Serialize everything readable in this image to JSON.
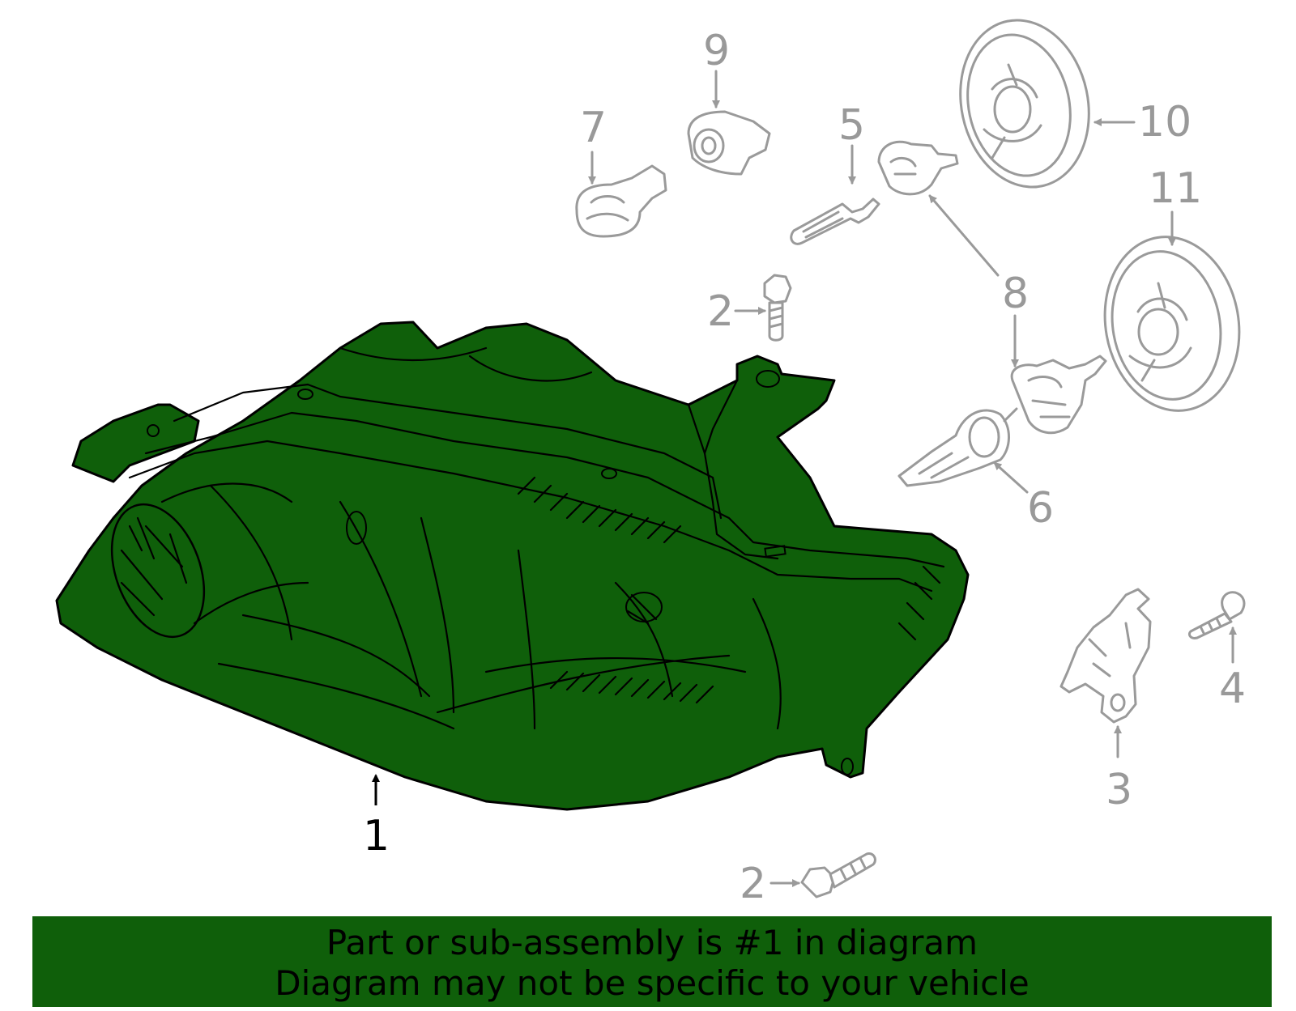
{
  "callouts": {
    "part_1": "1",
    "part_2_upper": "2",
    "part_2_lower": "2",
    "part_3": "3",
    "part_4": "4",
    "part_5": "5",
    "part_6": "6",
    "part_7": "7",
    "part_8": "8",
    "part_9": "9",
    "part_10": "10",
    "part_11": "11"
  },
  "banner": {
    "line1": "Part or sub-assembly is #1 in diagram",
    "line2": "Diagram may not be specific to your vehicle"
  },
  "colors": {
    "highlight_fill": "#0f5f0a",
    "banner_background": "#0f5f0a",
    "other_parts": "#9a9a9a"
  }
}
